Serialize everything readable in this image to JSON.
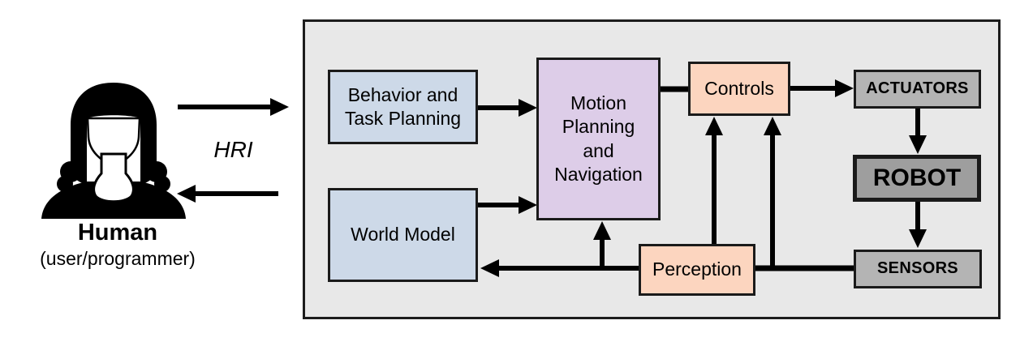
{
  "human": {
    "name": "Human",
    "role": "(user/programmer)"
  },
  "hri_label": "HRI",
  "nodes": {
    "behavior": {
      "label": "Behavior and Task Planning",
      "color": "#cdd9e8"
    },
    "world_model": {
      "label": "World Model",
      "color": "#cdd9e8"
    },
    "motion": {
      "label": "Motion Planning and Navigation",
      "color": "#ddcde8"
    },
    "controls": {
      "label": "Controls",
      "color": "#fcd5bf"
    },
    "perception": {
      "label": "Perception",
      "color": "#fcd5bf"
    },
    "actuators": {
      "label": "ACTUATORS",
      "color": "#b4b4b4"
    },
    "robot": {
      "label": "ROBOT",
      "color": "#9e9e9e"
    },
    "sensors": {
      "label": "SENSORS",
      "color": "#b4b4b4"
    }
  },
  "colors": {
    "panel_background": "#e8e8e8",
    "line": "#000000",
    "border": "#1a1a1a"
  },
  "edges": [
    {
      "from": "human",
      "to": "system",
      "arrowhead": true,
      "label": "HRI"
    },
    {
      "from": "system",
      "to": "human",
      "arrowhead": true,
      "label": "HRI"
    },
    {
      "from": "behavior",
      "to": "motion",
      "arrowhead": true
    },
    {
      "from": "world_model",
      "to": "motion",
      "arrowhead": true
    },
    {
      "from": "motion",
      "to": "controls",
      "arrowhead": false
    },
    {
      "from": "controls",
      "to": "actuators",
      "arrowhead": true
    },
    {
      "from": "actuators",
      "to": "robot",
      "arrowhead": true
    },
    {
      "from": "robot",
      "to": "sensors",
      "arrowhead": true
    },
    {
      "from": "sensors",
      "to": "perception",
      "arrowhead": false
    },
    {
      "from": "perception",
      "to": "world_model",
      "arrowhead": true
    },
    {
      "from": "perception",
      "to": "motion",
      "arrowhead": true
    },
    {
      "from": "perception",
      "to": "controls",
      "arrowhead": true
    },
    {
      "from": "sensors",
      "to": "controls",
      "arrowhead": true
    }
  ]
}
